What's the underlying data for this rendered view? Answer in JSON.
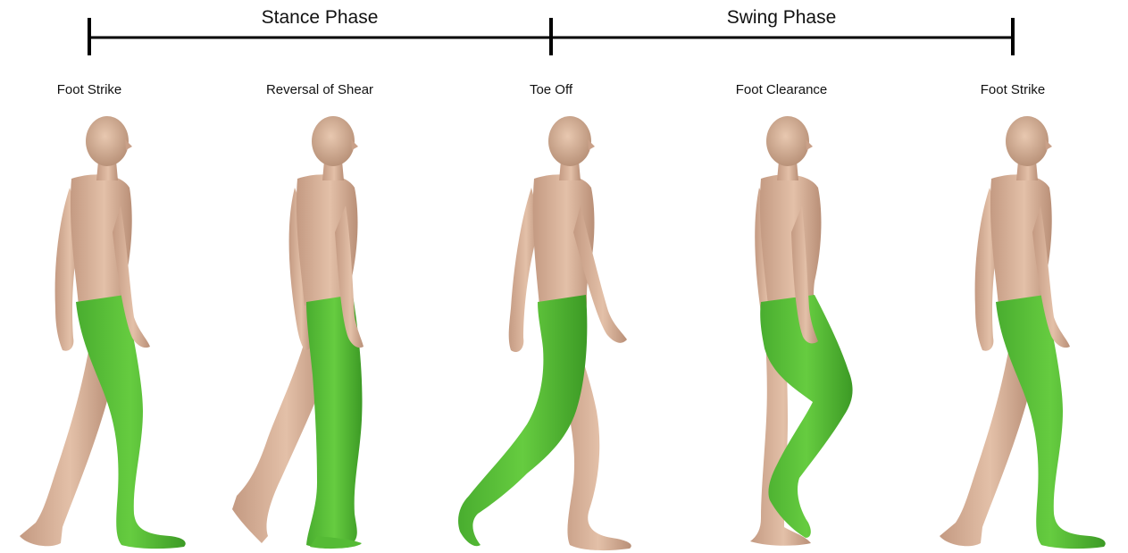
{
  "phases": [
    {
      "label": "Stance Phase"
    },
    {
      "label": "Swing Phase"
    }
  ],
  "events": [
    {
      "label": "Foot Strike"
    },
    {
      "label": "Reversal of Shear"
    },
    {
      "label": "Toe Off"
    },
    {
      "label": "Foot Clearance"
    },
    {
      "label": "Foot Strike"
    }
  ],
  "colors": {
    "skin": "#d9b49c",
    "skin_shade": "#b88f78",
    "leg_highlight": "#5dc43a",
    "leg_shade": "#3f9d28",
    "line": "#000000"
  }
}
